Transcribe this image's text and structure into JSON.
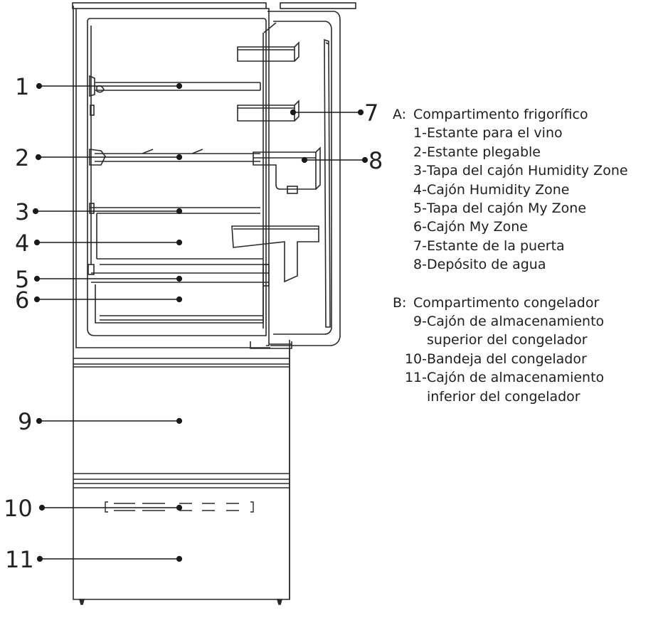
{
  "callouts": [
    {
      "id": "1",
      "label": "1"
    },
    {
      "id": "2",
      "label": "2"
    },
    {
      "id": "3",
      "label": "3"
    },
    {
      "id": "4",
      "label": "4"
    },
    {
      "id": "5",
      "label": "5"
    },
    {
      "id": "6",
      "label": "6"
    },
    {
      "id": "7",
      "label": "7"
    },
    {
      "id": "8",
      "label": "8"
    },
    {
      "id": "9",
      "label": "9"
    },
    {
      "id": "10",
      "label": "10"
    },
    {
      "id": "11",
      "label": "11"
    }
  ],
  "legend": {
    "sections": [
      {
        "key": "A:",
        "title": "Compartimento frigorífico",
        "items": [
          {
            "key": "1-",
            "lines": [
              "Estante para el vino"
            ]
          },
          {
            "key": "2-",
            "lines": [
              "Estante plegable"
            ]
          },
          {
            "key": "3-",
            "lines": [
              "Tapa del cajón Humidity Zone"
            ]
          },
          {
            "key": "4-",
            "lines": [
              "Cajón Humidity Zone"
            ]
          },
          {
            "key": "5-",
            "lines": [
              "Tapa del cajón My Zone"
            ]
          },
          {
            "key": "6-",
            "lines": [
              "Cajón My Zone"
            ]
          },
          {
            "key": "7-",
            "lines": [
              "Estante de la puerta"
            ]
          },
          {
            "key": "8-",
            "lines": [
              "Depósito de agua"
            ]
          }
        ]
      },
      {
        "key": "B:",
        "title": "Compartimento congelador",
        "items": [
          {
            "key": "9-",
            "lines": [
              "Cajón de almacenamiento",
              "superior del congelador"
            ]
          },
          {
            "key": "10-",
            "lines": [
              "Bandeja del congelador"
            ]
          },
          {
            "key": "11-",
            "lines": [
              "Cajón de almacenamiento",
              "inferior del congelador"
            ]
          }
        ]
      }
    ]
  }
}
